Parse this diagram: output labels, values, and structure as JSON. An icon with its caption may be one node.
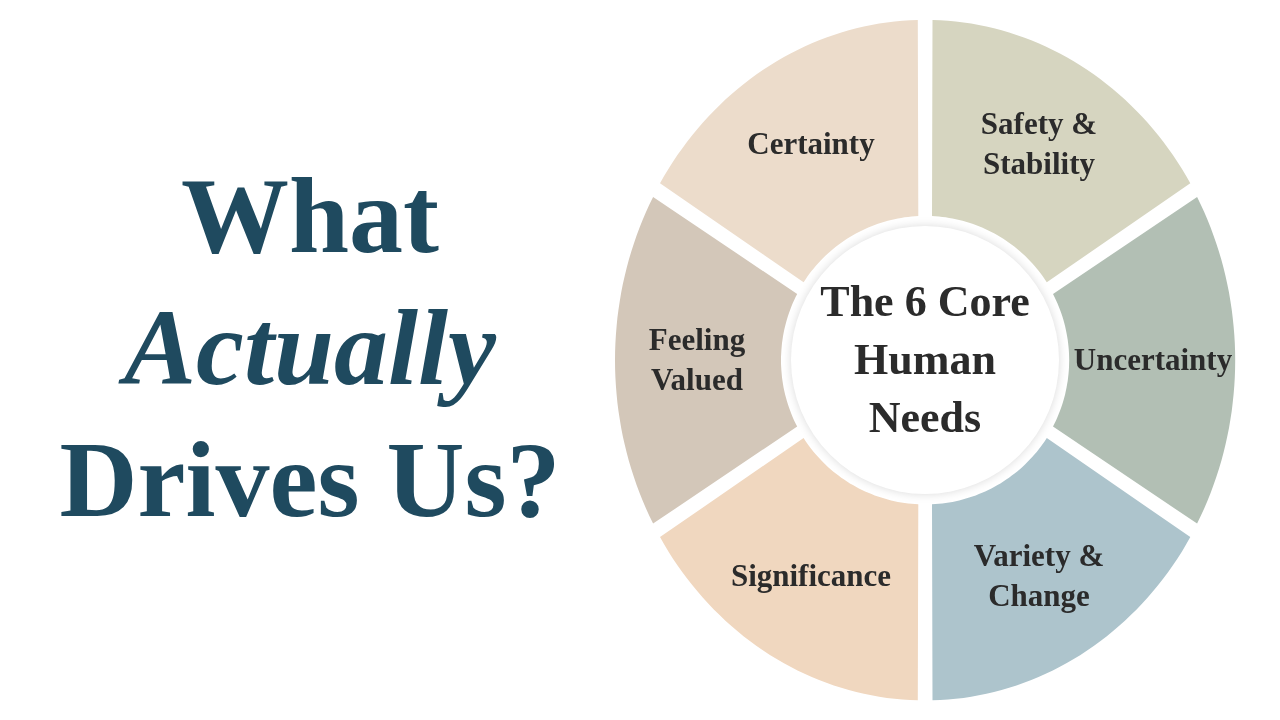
{
  "diagram": {
    "title": "What *Actually* Drives Us?",
    "nodes": [
      {
        "text": [
          "Certainty"
        ]
      },
      {
        "text": [
          "Safety & Stability"
        ]
      },
      {
        "text": [
          "Feeling Valued"
        ]
      },
      {
        "text": [
          "The 6 Core Human Needs"
        ]
      },
      {
        "text": [
          "Uncertainty"
        ]
      },
      {
        "text": [
          "Significance"
        ]
      },
      {
        "text": [
          "Variety & Change"
        ]
      }
    ],
    "edges": []
  }
}
